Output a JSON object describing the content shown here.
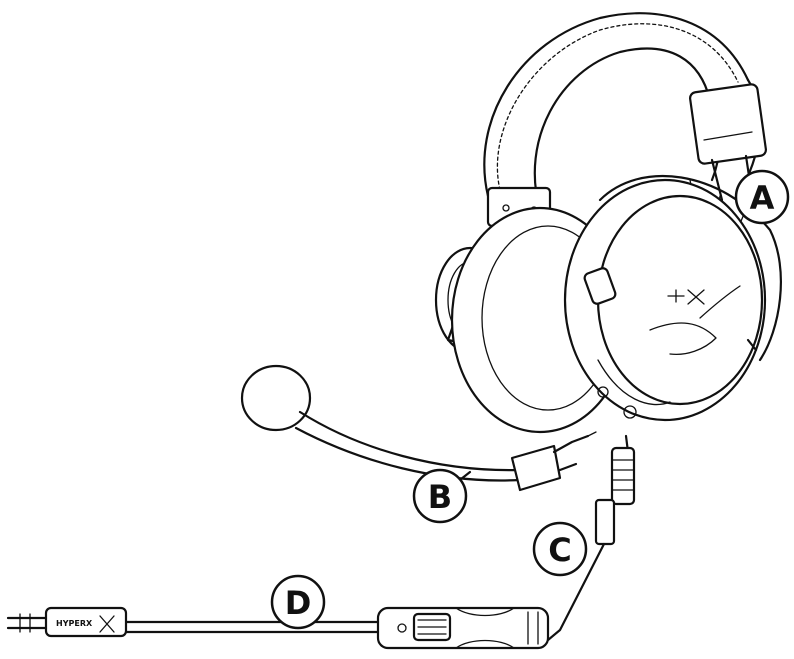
{
  "callouts": {
    "a": "A",
    "b": "B",
    "c": "C",
    "d": "D"
  },
  "brand_logo_text": "HYPERX",
  "colors": {
    "ink": "#111111",
    "background": "#ffffff"
  }
}
